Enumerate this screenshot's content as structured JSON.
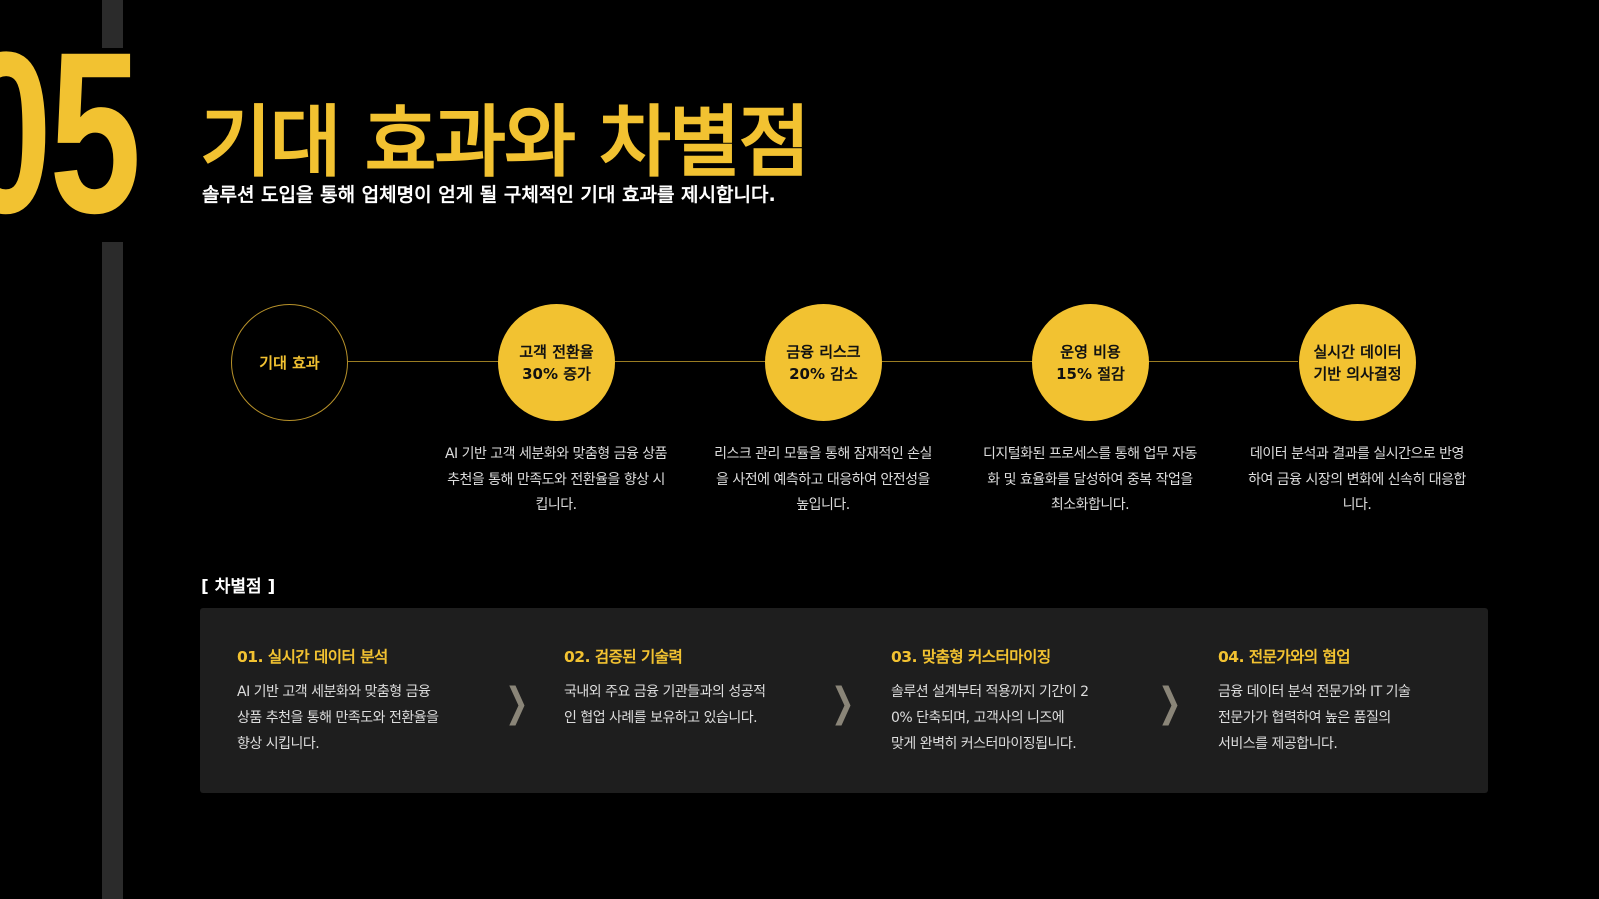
{
  "slide_number": "05",
  "title": "기대 효과와 차별점",
  "subtitle": "솔루션 도입을 통해 업체명이 얻게 될 구체적인 기대 효과를 제시합니다.",
  "effects_hub": "기대 효과",
  "effects": [
    {
      "label": "고객 전환율\n30% 증가",
      "desc": "AI 기반 고객 세분화와 맞춤형 금융 상품 추천을 통해 만족도와 전환율을 향상 시킵니다."
    },
    {
      "label": "금융 리스크\n20% 감소",
      "desc": "리스크 관리 모듈을 통해 잠재적인 손실을 사전에 예측하고 대응하여 안전성을 높입니다."
    },
    {
      "label": "운영 비용\n15% 절감",
      "desc": "디지털화된 프로세스를 통해 업무 자동화 및 효율화를 달성하여 중복 작업을 최소화합니다."
    },
    {
      "label": "실시간 데이터\n기반 의사결정",
      "desc": "데이터 분석과 결과를 실시간으로 반영하여 금융 시장의 변화에 신속히 대응합니다."
    }
  ],
  "diff_heading": "[ 차별점 ]",
  "differentiators": [
    {
      "title": "01. 실시간 데이터 분석",
      "desc": "AI 기반 고객 세분화와 맞춤형 금융\n상품 추천을 통해 만족도와 전환율을\n 향상 시킵니다."
    },
    {
      "title": "02. 검증된 기술력",
      "desc": "국내외 주요 금융 기관들과의 성공적\n인 협업 사례를 보유하고 있습니다."
    },
    {
      "title": "03. 맞춤형 커스터마이징",
      "desc": "솔루션 설계부터 적용까지 기간이 2\n0% 단축되며, 고객사의 니즈에\n맞게 완벽히 커스터마이징됩니다."
    },
    {
      "title": "04. 전문가와의 협업",
      "desc": "금융 데이터 분석 전문가와 IT 기술\n전문가가 협력하여 높은 품질의\n서비스를 제공합니다."
    }
  ],
  "colors": {
    "accent": "#f2c231",
    "background": "#000000",
    "panel": "#1e1e1e"
  },
  "icons": {
    "arrow": "chevron-right-icon"
  }
}
